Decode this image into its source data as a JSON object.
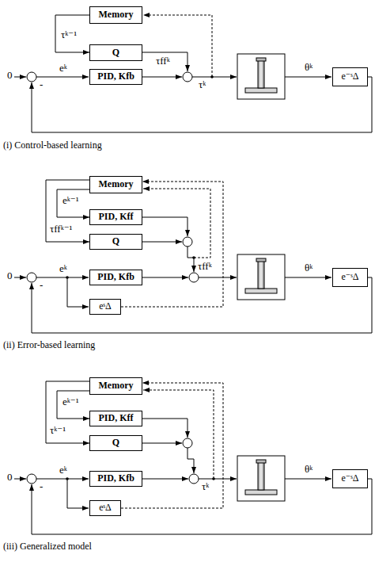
{
  "diagram": {
    "nodes": [
      {
        "text": [
          "Memory"
        ]
      },
      {
        "text": [
          "Q"
        ]
      },
      {
        "text": [
          "PID, Kfb"
        ]
      },
      {
        "text": [
          "e⁻ˢΔ"
        ]
      },
      {
        "text": [
          "Memory"
        ]
      },
      {
        "text": [
          "PID, Kff"
        ]
      },
      {
        "text": [
          "Q"
        ]
      },
      {
        "text": [
          "PID, Kfb"
        ]
      },
      {
        "text": [
          "eˢΔ"
        ]
      },
      {
        "text": [
          "e⁻ˢΔ"
        ]
      },
      {
        "text": [
          "Memory"
        ]
      },
      {
        "text": [
          "PID, Kff"
        ]
      },
      {
        "text": [
          "Q"
        ]
      },
      {
        "text": [
          "PID, Kfb"
        ]
      },
      {
        "text": [
          "eˢΔ"
        ]
      },
      {
        "text": [
          "e⁻ˢΔ"
        ]
      }
    ],
    "edges": [
      {
        "from": 0,
        "to": 1,
        "arrow": "to",
        "label": "τᵏ⁻¹"
      },
      {
        "from": 4,
        "to": 5,
        "arrow": "to",
        "label": "eᵏ⁻¹"
      },
      {
        "from": 4,
        "to": 6,
        "arrow": "to",
        "label": "τffᵏ⁻¹"
      },
      {
        "from": 8,
        "to": 4,
        "arrow": "to"
      },
      {
        "from": 10,
        "to": 11,
        "arrow": "to",
        "label": "eᵏ⁻¹"
      },
      {
        "from": 10,
        "to": 12,
        "arrow": "to",
        "label": "τᵏ⁻¹"
      },
      {
        "from": 14,
        "to": 10,
        "arrow": "to"
      }
    ],
    "labels": [
      "0",
      "-",
      "eᵏ",
      "τffᵏ",
      "τᵏ",
      "θᵏ",
      "(i) Control-based learning",
      "0",
      "-",
      "eᵏ",
      "τffᵏ",
      "θᵏ",
      "(ii) Error-based learning",
      "0",
      "-",
      "eᵏ",
      "τᵏ",
      "θᵏ",
      "(iii) Generalized model"
    ]
  }
}
